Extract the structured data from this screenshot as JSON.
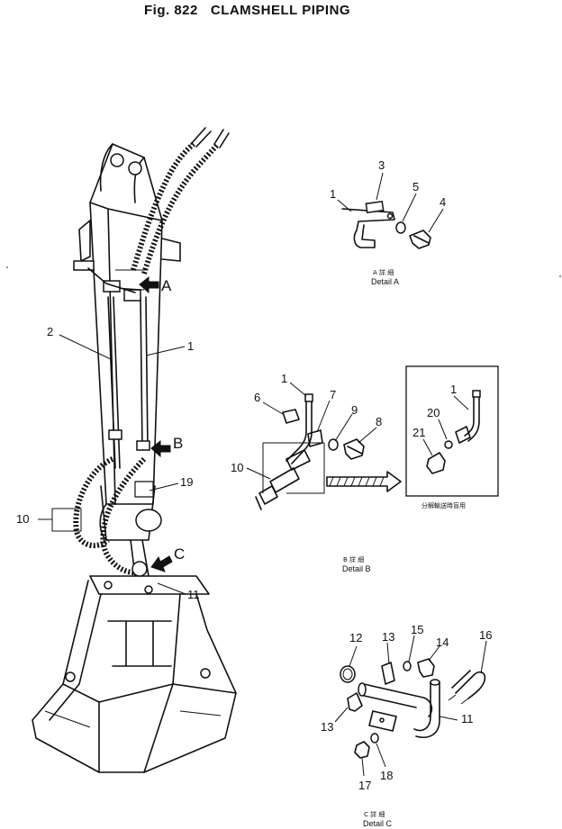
{
  "title": {
    "fig": "Fig. 822",
    "name": "CLAMSHELL PIPING"
  },
  "callouts": {
    "main": {
      "A": "A",
      "B": "B",
      "C": "C",
      "p1": "1",
      "p2": "2",
      "p10": "10",
      "p19": "19",
      "p11": "11"
    },
    "detail_a": {
      "p1": "1",
      "p3": "3",
      "p4": "4",
      "p5": "5"
    },
    "detail_b": {
      "p1": "1",
      "p6": "6",
      "p7": "7",
      "p8": "8",
      "p9": "9",
      "p10": "10",
      "inset_p1": "1",
      "inset_p20": "20",
      "inset_p21": "21"
    },
    "detail_c": {
      "p11": "11",
      "p12": "12",
      "p13a": "13",
      "p13b": "13",
      "p14": "14",
      "p15": "15",
      "p16": "16",
      "p17": "17",
      "p18": "18"
    }
  },
  "captions": {
    "detail_a_jp": "A 詳 細",
    "detail_a": "Detail A",
    "detail_b_jp": "B 詳 細",
    "detail_b": "Detail B",
    "detail_c_jp": "C 詳 細",
    "detail_c": "Detail C",
    "inset_note_jp": "分解輸送時盲用"
  }
}
